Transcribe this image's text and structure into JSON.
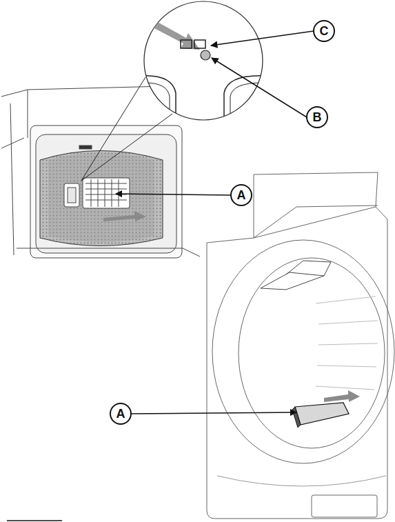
{
  "diagram": {
    "nodes": [
      {
        "text": [
          "C"
        ]
      },
      {
        "text": [
          "B"
        ]
      },
      {
        "text": [
          "A"
        ]
      },
      {
        "text": [
          "A"
        ]
      }
    ]
  }
}
